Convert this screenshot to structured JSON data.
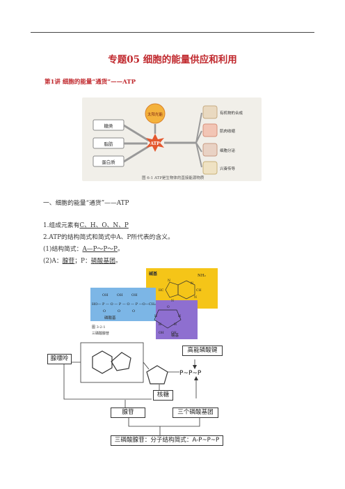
{
  "page_title": "专题05  细胞的能量供应和利用",
  "lecture_heading": "第1讲   细胞的能量“通货”——ATP",
  "figure1": {
    "inputs": [
      "糖类",
      "脂肪",
      "蛋白质"
    ],
    "sun": "太阳光能",
    "atp": "ATP",
    "uses": [
      "有机物的合成",
      "肌肉收缩",
      "细胞分泌",
      "兴奋传导"
    ],
    "caption": "图 6-1   ATP是生物体的直接能源物质"
  },
  "section_heading": "一、细胞的能量“通货”——ATP",
  "item1": {
    "prefix": "1.组成元素有",
    "answer": "C、H、O、N、P"
  },
  "item2": "2.ATP的结构简式和简式中A、P所代表的含义。",
  "item2_1": {
    "prefix": "(1)结构简式：",
    "answer": "A—P～P～P",
    "suffix": "。"
  },
  "item2_2": {
    "prefix": "(2)A：",
    "a_answer": "腺苷",
    "mid": "；P：",
    "p_answer": "磷酸基团",
    "suffix": "。"
  },
  "figure2": {
    "base_label": "碱基",
    "phosphate_label": "磷酸基",
    "sugar_label": "糖基",
    "caption_line1": "图 3-2-1",
    "caption_line2": "三磷酸腺苷",
    "formula_left": "HO— P — O — P — O — P —O—CH₂",
    "oh": "OH",
    "o": "O",
    "nh2": "NH₂",
    "ring_atoms": [
      "N",
      "N",
      "N",
      "N",
      "HC",
      "CH"
    ],
    "sugar_atoms": [
      "H",
      "H",
      "H",
      "H",
      "OH",
      "OH",
      "O"
    ]
  },
  "diagram": {
    "adenine": "腺嘌呤",
    "high_energy_bond": "高能磷酸键",
    "ppp": "P~P~P",
    "ribose": "核糖",
    "adenosine": "腺苷",
    "three_phosphates": "三个磷酸基团",
    "summary_prefix": "三磷酸腺苷：分子结构简式：",
    "summary_formula": "A-P~P~P"
  }
}
